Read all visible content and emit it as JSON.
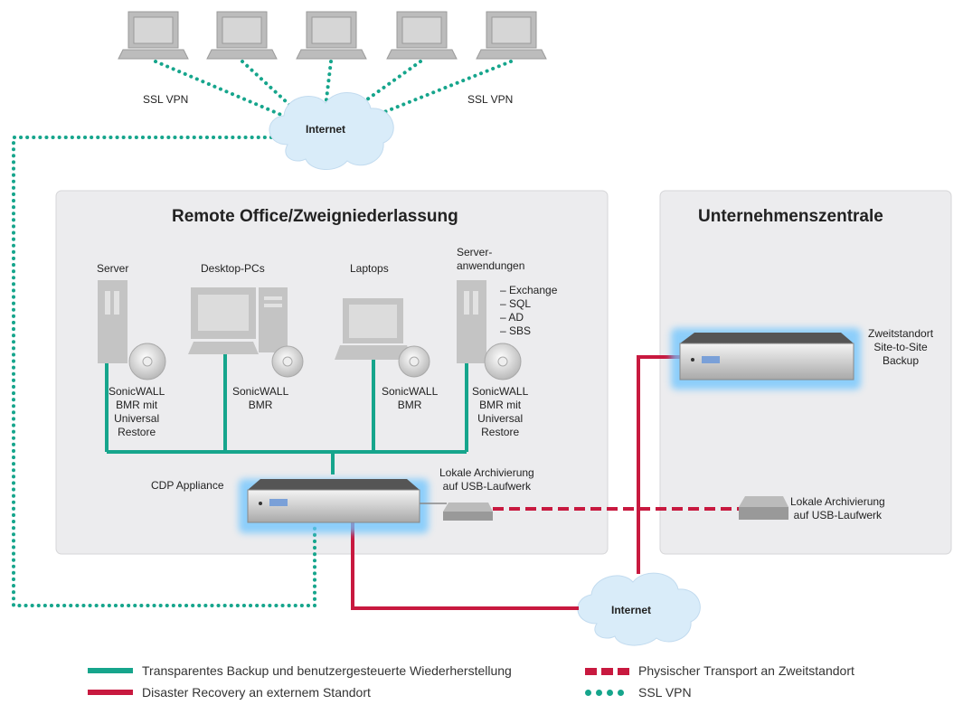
{
  "top": {
    "ssl_vpn_left": "SSL VPN",
    "ssl_vpn_right": "SSL VPN",
    "internet_top": "Internet",
    "internet_bottom": "Internet"
  },
  "remote_office": {
    "title": "Remote Office/Zweigniederlassung",
    "server_label": "Server",
    "desktop_label": "Desktop-PCs",
    "laptop_label": "Laptops",
    "serverapps_label_1": "Server-",
    "serverapps_label_2": "anwendungen",
    "apps": [
      "– Exchange",
      "– SQL",
      "– AD",
      "– SBS"
    ],
    "bmr_server": [
      "SonicWALL",
      "BMR mit",
      "Universal",
      "Restore"
    ],
    "bmr_desktop": [
      "SonicWALL",
      "BMR"
    ],
    "bmr_laptop": [
      "SonicWALL",
      "BMR"
    ],
    "bmr_apps": [
      "SonicWALL",
      "BMR mit",
      "Universal",
      "Restore"
    ],
    "cdp_label": "CDP Appliance",
    "usb_label_1": "Lokale Archivierung",
    "usb_label_2": "auf USB-Laufwerk"
  },
  "hq": {
    "title": "Unternehmenszentrale",
    "second_site_1": "Zweitstandort",
    "second_site_2": "Site-to-Site",
    "second_site_3": "Backup",
    "usb_label_1": "Lokale Archivierung",
    "usb_label_2": "auf USB-Laufwerk"
  },
  "legend": {
    "teal": "Transparentes Backup und benutzergesteuerte Wiederherstellung",
    "red": "Disaster Recovery an externem Standort",
    "dashed": "Physischer Transport an Zweitstandort",
    "dotted": "SSL VPN"
  },
  "colors": {
    "teal": "#16a58c",
    "red": "#c8193f",
    "panel": "#ececee",
    "cloud": "#d9ecf9"
  }
}
